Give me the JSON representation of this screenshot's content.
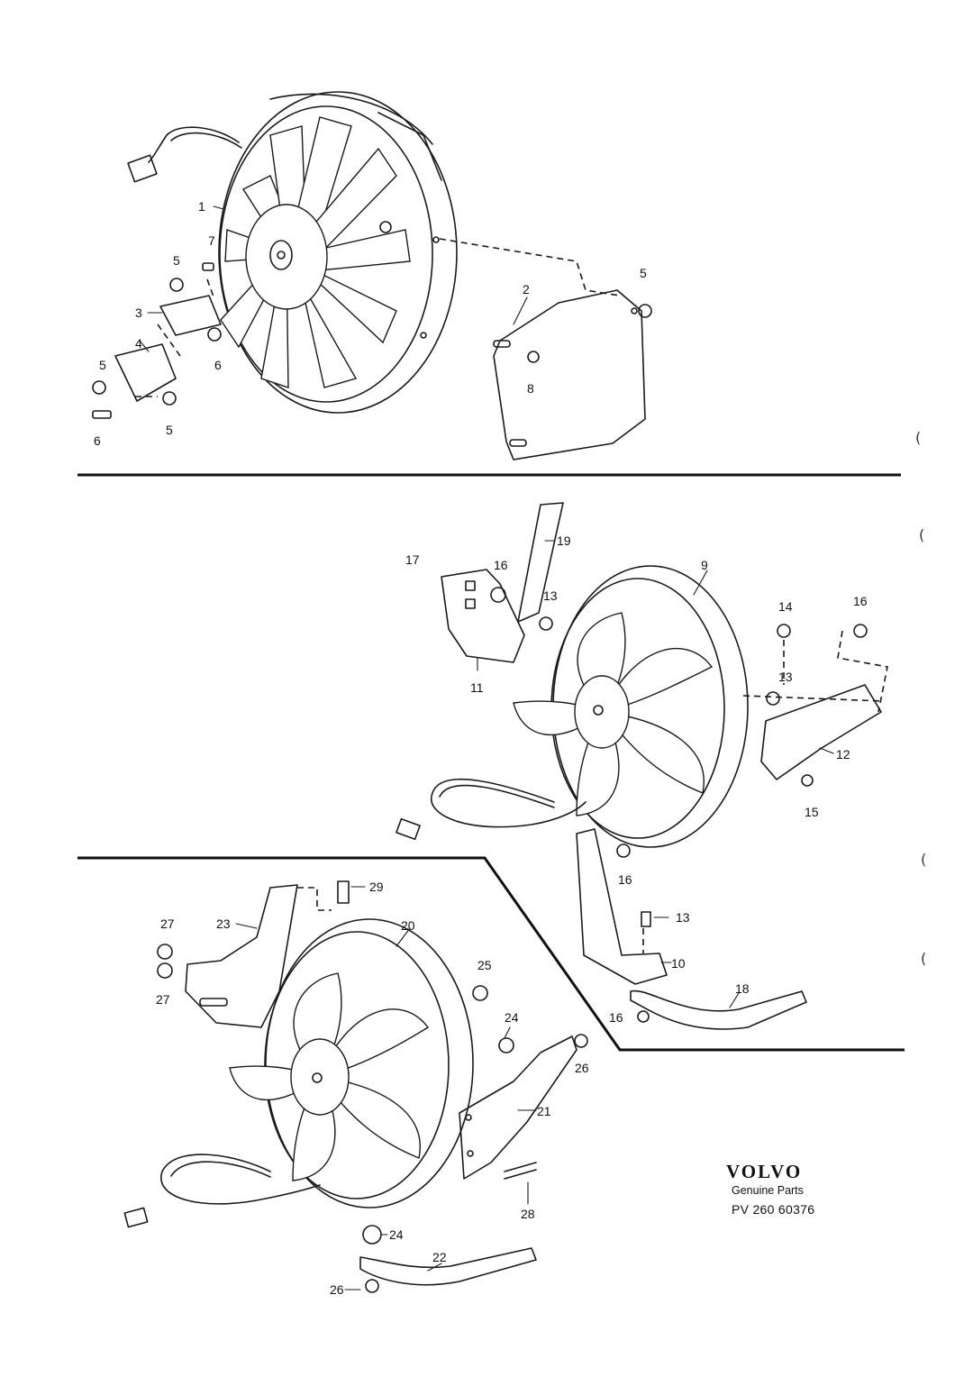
{
  "brand": {
    "logo_text": "VOLVO",
    "subtitle": "Genuine Parts",
    "code": "PV 260 60376"
  },
  "callouts": {
    "c1": "1",
    "c2": "2",
    "c3": "3",
    "c4": "4",
    "c5a": "5",
    "c5b": "5",
    "c5c": "5",
    "c5d": "5",
    "c6a": "6",
    "c6b": "6",
    "c7": "7",
    "c8": "8",
    "c9": "9",
    "c10": "10",
    "c11": "11",
    "c12": "12",
    "c13a": "13",
    "c13b": "13",
    "c13c": "13",
    "c14": "14",
    "c15": "15",
    "c16a": "16",
    "c16b": "16",
    "c16c": "16",
    "c16d": "16",
    "c17": "17",
    "c18": "18",
    "c19": "19",
    "c20": "20",
    "c21": "21",
    "c22": "22",
    "c23": "23",
    "c24a": "24",
    "c24b": "24",
    "c25": "25",
    "c26a": "26",
    "c26b": "26",
    "c27a": "27",
    "c27b": "27",
    "c28": "28",
    "c29": "29"
  },
  "margin_marks": [
    "(",
    "(",
    "(",
    "("
  ]
}
